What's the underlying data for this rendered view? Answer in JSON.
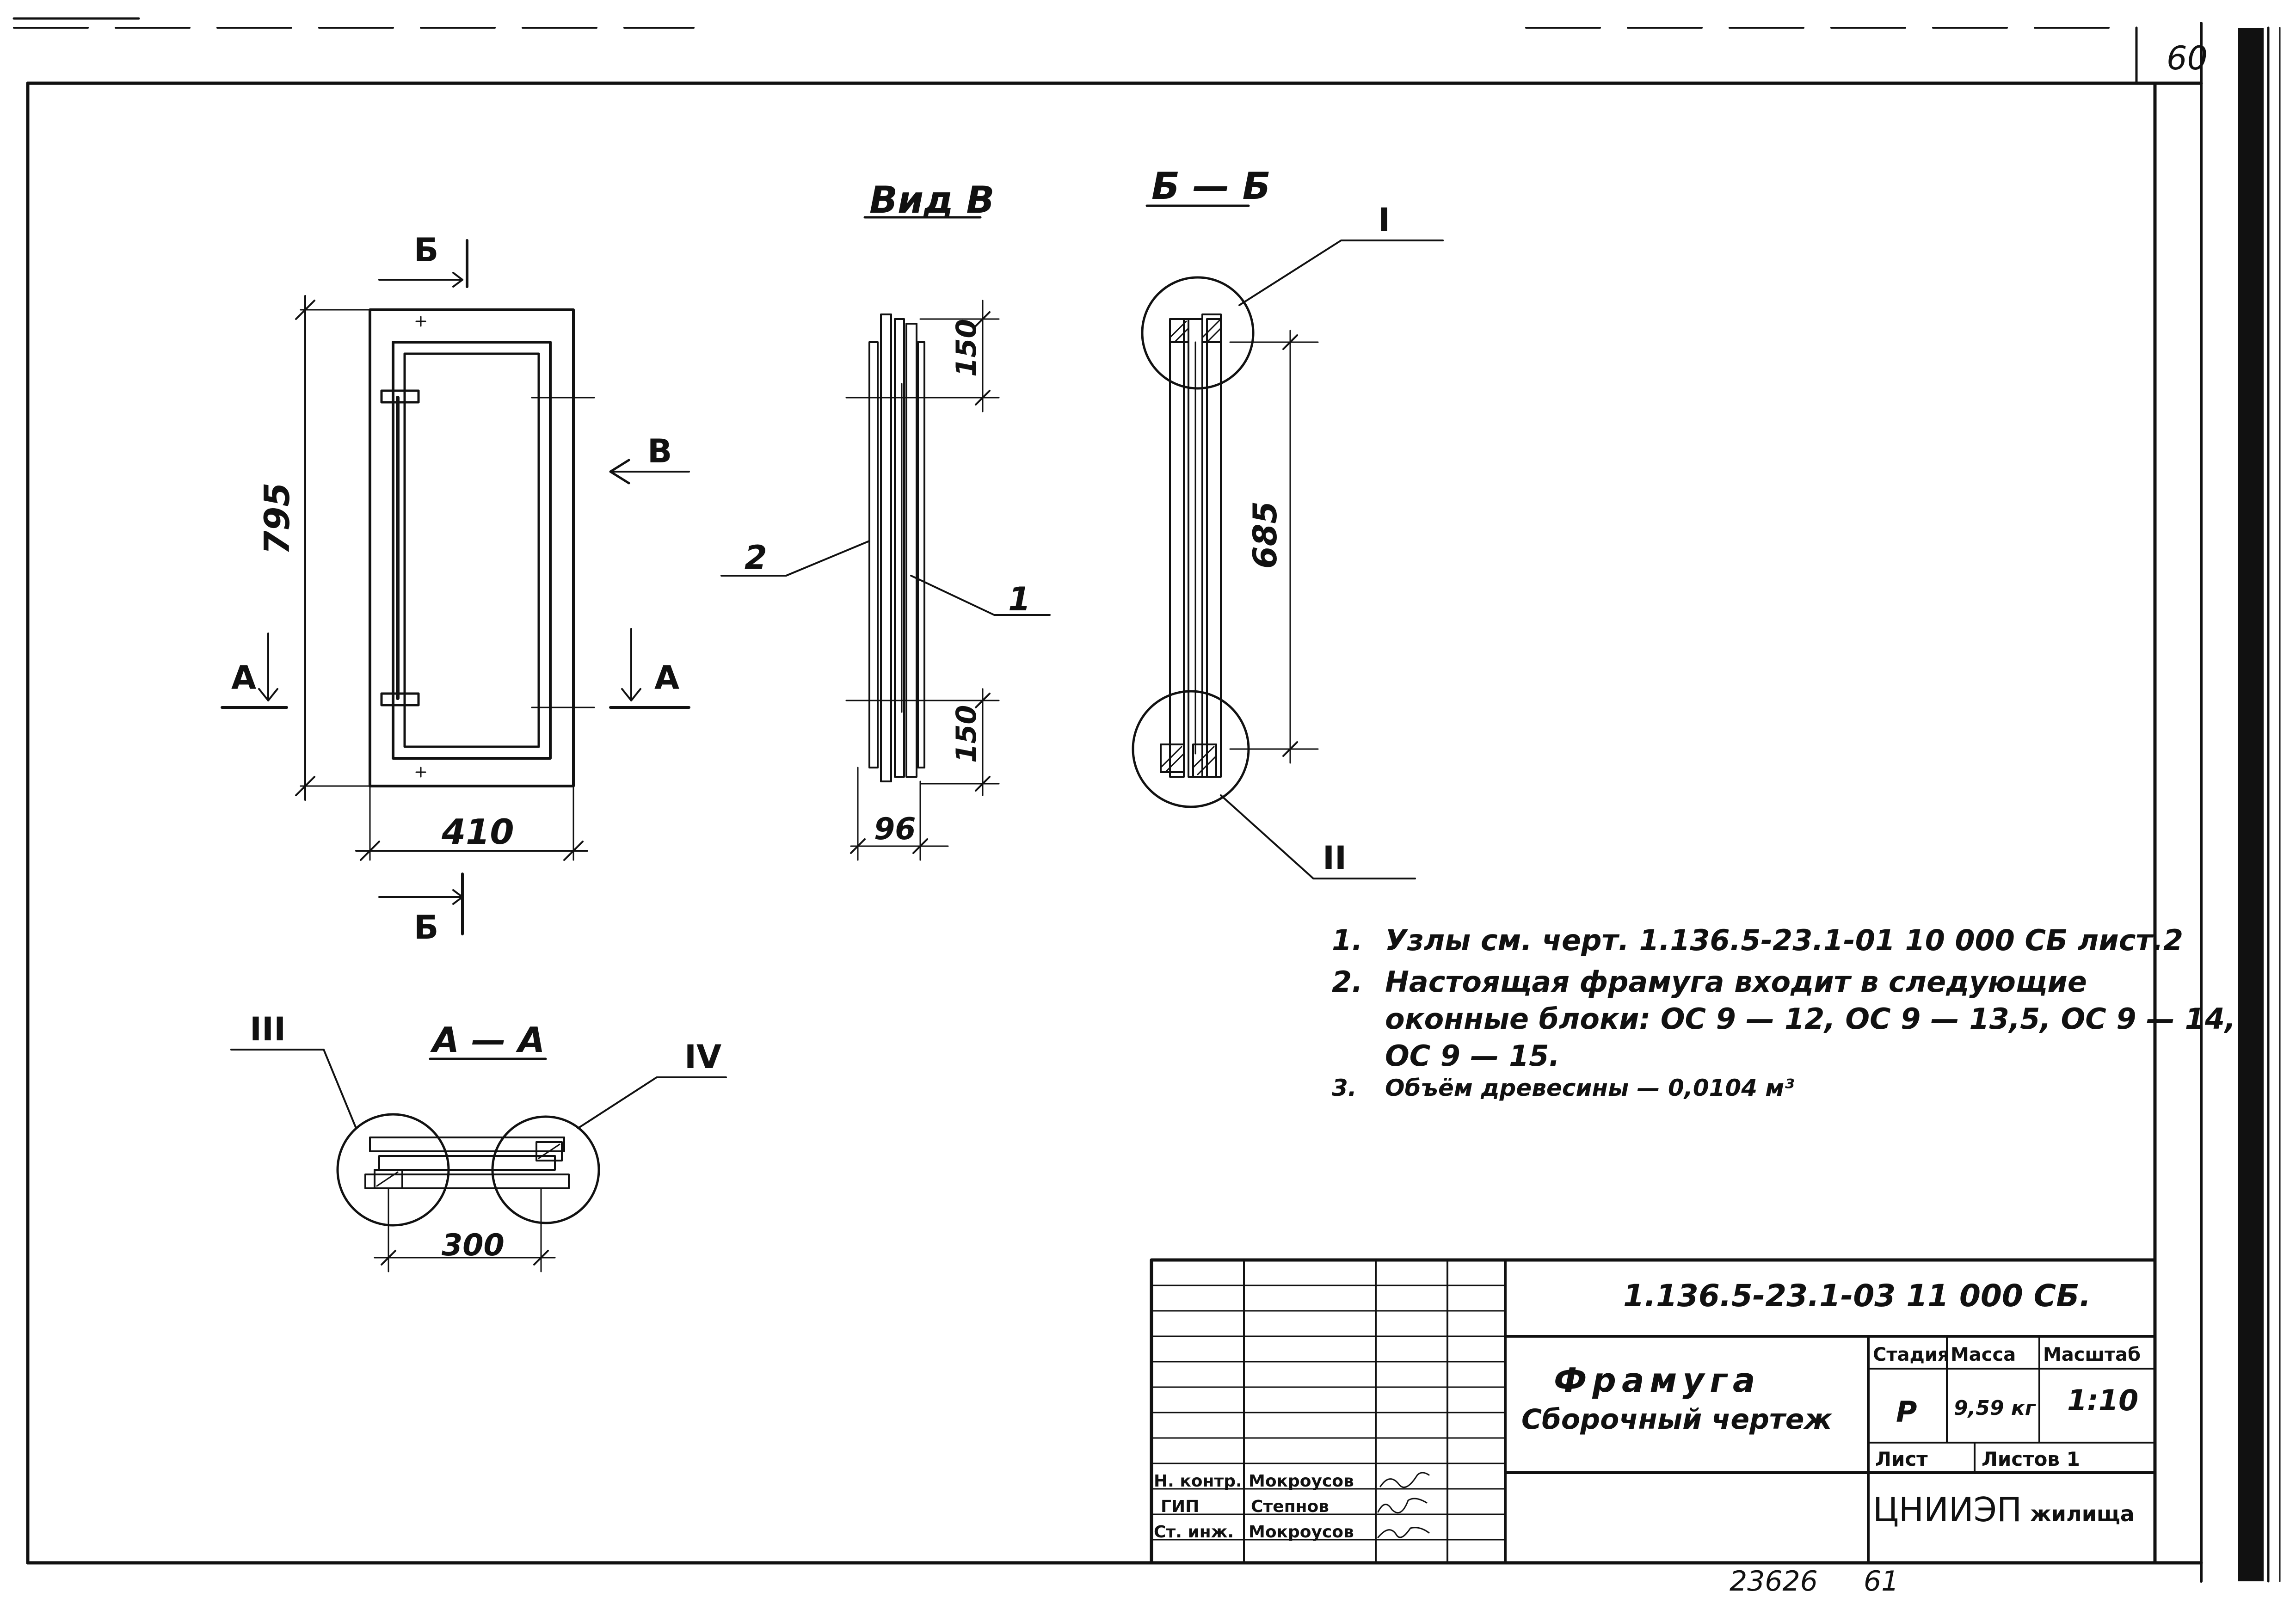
{
  "sheet": {
    "page_number": "60",
    "bottom_number": "23626",
    "bottom_page": "61"
  },
  "view_front": {
    "cut_label_top": "Б",
    "cut_label_bottom": "Б",
    "view_arrow_label": "В",
    "section_label_left": "А",
    "section_label_right": "А",
    "dim_height": "795",
    "dim_width": "410"
  },
  "view_b": {
    "title": "Вид В",
    "dim_top": "150",
    "dim_bottom": "150",
    "dim_depth": "96",
    "leader_1": "1",
    "leader_2": "2"
  },
  "section_bb": {
    "title": "Б — Б",
    "dim_glass": "685",
    "node_top": "I",
    "node_bottom": "II"
  },
  "section_aa": {
    "title": "А — А",
    "node_left": "III",
    "node_right": "IV",
    "dim_width": "300"
  },
  "notes": {
    "n1_num": "1.",
    "n1_text": "Узлы см. черт. 1.136.5-23.1-01 10 000 СБ лист.2",
    "n2_num": "2.",
    "n2_line1": "Настоящая фрамуга входит в следующие",
    "n2_line2": "оконные блоки: ОС 9 — 12, ОС 9 — 13,5, ОС 9 — 14,",
    "n2_line3": "ОС 9 — 15.",
    "n3_num": "3.",
    "n3_text": "Объём древесины — 0,0104 м³"
  },
  "title_block": {
    "doc_code": "1.136.5-23.1-03 11 000 СБ.",
    "name_line1": "Фрамуга",
    "name_line2": "Сборочный чертеж",
    "stage_header": "Стадия",
    "mass_header": "Масса",
    "scale_header": "Масштаб",
    "stage_value": "Р",
    "mass_value": "9,59 кг",
    "scale_value": "1:10",
    "sheet_label": "Лист",
    "sheets_label": "Листов 1",
    "organization_main": "ЦНИИЭП",
    "organization_sub": "жилища",
    "role_1": "Н. контр.",
    "name_1": "Мокроусов",
    "role_2": "ГИП",
    "name_2": "Степнов",
    "role_3": "Ст. инж.",
    "name_3": "Мокроусов"
  }
}
